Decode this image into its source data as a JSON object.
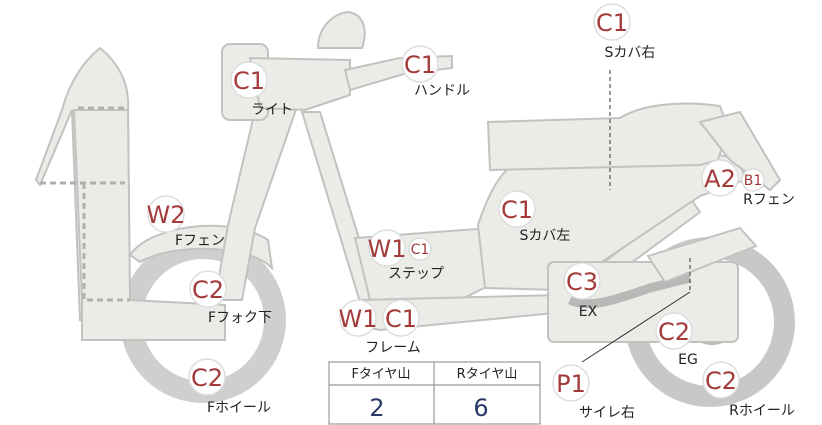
{
  "colors": {
    "grade_text": "#a33a3a",
    "label_text": "#222222",
    "part_fill": "#ebebe8",
    "part_stroke": "#c2c2c0",
    "tread_value": "#2a3a66"
  },
  "parts": {
    "s_cover_right": {
      "grade": "C1",
      "label": "Sカバ右"
    },
    "handle": {
      "grade": "C1",
      "label": "ハンドル"
    },
    "light": {
      "grade": "C1",
      "label": "ライト"
    },
    "rear_fender": {
      "grade": "A2",
      "grade2": "B1",
      "label": "Rフェン"
    },
    "front_fender": {
      "grade": "W2",
      "label": "Fフェン"
    },
    "s_cover_left": {
      "grade": "C1",
      "label": "Sカバ左"
    },
    "step": {
      "grade": "W1",
      "grade2": "C1",
      "label": "ステップ"
    },
    "front_fork": {
      "grade": "C2",
      "label": "Fフォク下"
    },
    "exhaust": {
      "grade": "C3",
      "label": "EX"
    },
    "frame": {
      "grade": "W1",
      "grade2": "C1",
      "label": "フレーム"
    },
    "engine": {
      "grade": "C2",
      "label": "EG"
    },
    "front_wheel": {
      "grade": "C2",
      "label": "Fホイール"
    },
    "muffler_right": {
      "grade": "P1",
      "label": "サイレ右"
    },
    "rear_wheel": {
      "grade": "C2",
      "label": "Rホイール"
    }
  },
  "tread_table": {
    "front_header": "Fタイヤ山",
    "rear_header": "Rタイヤ山",
    "front_value": "2",
    "rear_value": "6"
  }
}
